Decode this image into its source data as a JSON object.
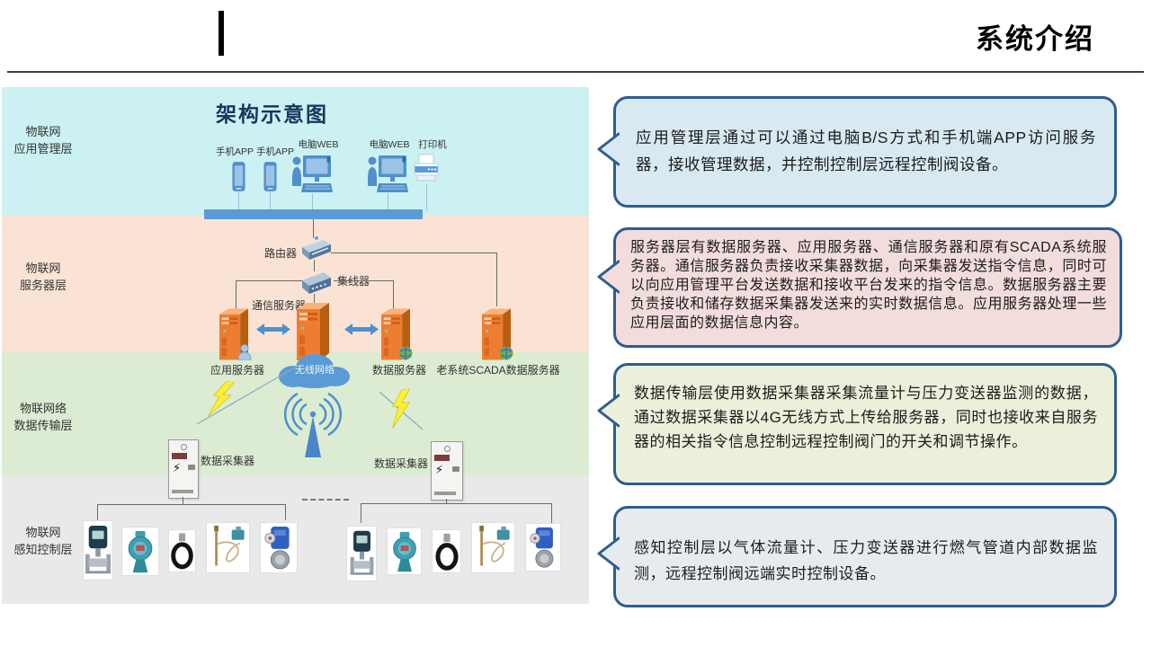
{
  "slide_title": "系统介绍",
  "diagram": {
    "title": "架构示意图",
    "layers": [
      {
        "line1": "物联网",
        "line2": "应用管理层"
      },
      {
        "line1": "物联网",
        "line2": "服务器层"
      },
      {
        "line1": "物联网络",
        "line2": "数据传输层"
      },
      {
        "line1": "物联网",
        "line2": "感知控制层"
      }
    ],
    "top_devices": [
      {
        "label": "手机APP"
      },
      {
        "label": "手机APP"
      },
      {
        "label": "电脑WEB"
      },
      {
        "label": "电脑WEB"
      },
      {
        "label": "打印机"
      }
    ],
    "router_label": "路由器",
    "hub_label": "集线器",
    "comm_server_label": "通信服务器",
    "servers": [
      {
        "label": "应用服务器"
      },
      {
        "label": "数据服务器"
      },
      {
        "label": "老系统SCADA数据服务器"
      }
    ],
    "wireless_label": "无线网络",
    "collector_left_label": "数据采集器",
    "collector_right_label": "数据采集器"
  },
  "callouts": [
    {
      "text": "应用管理层通过可以通过电脑B/S方式和手机端APP访问服务器，接收管理数据，并控制控制层远程控制阀设备。",
      "fill": "#d9e9f2"
    },
    {
      "text": "服务器层有数据服务器、应用服务器、通信服务器和原有SCADA系统服务器。通信服务器负责接收采集器数据，向采集器发送指令信息，同时可以向应用管理平台发送数据和接收平台发来的指令信息。数据服务器主要负责接收和储存数据采集器发送来的实时数据信息。应用服务器处理一些应用层面的数据信息内容。",
      "fill": "#f3dddc"
    },
    {
      "text": "数据传输层使用数据采集器采集流量计与压力变送器监测的数据，通过数据采集器以4G无线方式上传给服务器，同时也接收来自服务器的相关指令信息控制远程控制阀门的开关和调节操作。",
      "fill": "#ebf0db"
    },
    {
      "text": "感知控制层以气体流量计、压力变送器进行燃气管道内部数据监测，远程控制阀远端实时控制设备。",
      "fill": "#e8ebee"
    }
  ],
  "colors": {
    "layer_app_band": "#cbf1f2",
    "layer_server_band": "#fae3d4",
    "layer_transmission_band": "#dcecd3",
    "layer_sensing_band": "#e9e9e9",
    "device_blue": "#5b9bd5",
    "server_orange": "#ed7d31",
    "callout_border": "#2d5e8e",
    "lightning_yellow": "#ffee33"
  }
}
